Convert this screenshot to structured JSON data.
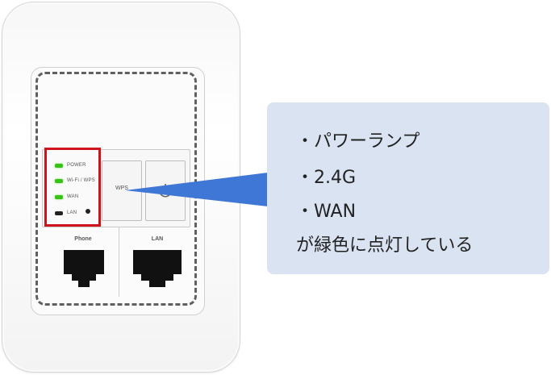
{
  "device": {
    "leds": [
      {
        "label": "POWER",
        "state": "on",
        "color": "#39c118"
      },
      {
        "label": "Wi-Fi / WPS",
        "state": "on",
        "color": "#39c118"
      },
      {
        "label": "WAN",
        "state": "on",
        "color": "#39c118"
      },
      {
        "label": "LAN",
        "state": "off",
        "color": "#222222"
      }
    ],
    "wps_label": "WPS",
    "power_icon": "power-icon",
    "ports": [
      {
        "label": "Phone"
      },
      {
        "label": "LAN"
      }
    ],
    "highlight_color": "#d0121b"
  },
  "callout": {
    "lines": [
      "・パワーランプ",
      "・2.4G",
      "・WAN",
      "が緑色に点灯している"
    ],
    "background": "#d9e3f2",
    "pointer_color": "#3f77d6"
  }
}
